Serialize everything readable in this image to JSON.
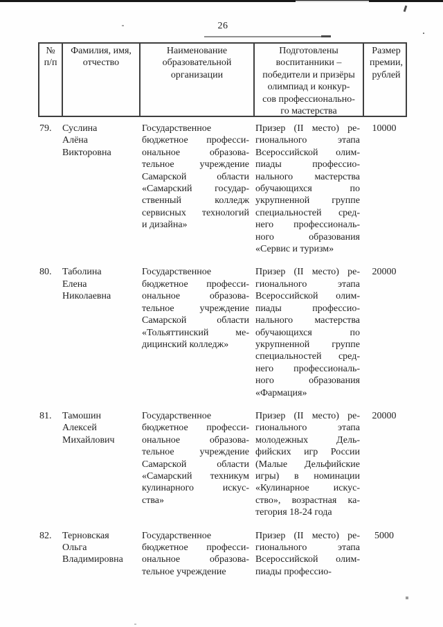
{
  "page": {
    "number": "26"
  },
  "table": {
    "headers": [
      {
        "id": "num",
        "lines": [
          "№",
          "п/п"
        ]
      },
      {
        "id": "name",
        "lines": [
          "Фамилия, имя,",
          "отчество"
        ]
      },
      {
        "id": "org",
        "lines": [
          "Наименование",
          "образовательной",
          "организации"
        ]
      },
      {
        "id": "award",
        "lines": [
          "Подготовлены",
          "воспитанники –",
          "победители и призёры",
          "олимпиад и конкур-",
          "сов профессионально-",
          "го мастерства"
        ]
      },
      {
        "id": "prize",
        "lines": [
          "Размер",
          "премии,",
          "рублей"
        ]
      }
    ],
    "rows": [
      {
        "num": "79.",
        "name_lines": [
          "Суслина",
          "Алёна",
          "Викторовна"
        ],
        "org_lines": [
          "Государственное",
          "бюджетное професси-",
          "ональное образова-",
          "тельное учреждение",
          "Самарской области",
          "«Самарский государ-",
          "ственный колледж",
          "сервисных технологий",
          "и дизайна»"
        ],
        "award_lines": [
          "Призер (II место) ре-",
          "гионального этапа",
          "Всероссийской олим-",
          "пиады профессио-",
          "нального мастерства",
          "обучающихся по",
          "укрупненной группе",
          "специальностей сред-",
          "него профессиональ-",
          "ного образования",
          "«Сервис и туризм»"
        ],
        "prize": "10000"
      },
      {
        "num": "80.",
        "name_lines": [
          "Таболина",
          "Елена",
          "Николаевна"
        ],
        "org_lines": [
          "Государственное",
          "бюджетное професси-",
          "ональное образова-",
          "тельное учреждение",
          "Самарской области",
          "«Тольяттинский ме-",
          "дицинский колледж»"
        ],
        "award_lines": [
          "Призер (II место) ре-",
          "гионального этапа",
          "Всероссийской олим-",
          "пиады профессио-",
          "нального мастерства",
          "обучающихся по",
          "укрупненной группе",
          "специальностей сред-",
          "него профессиональ-",
          "ного образования",
          "«Фармация»"
        ],
        "prize": "20000"
      },
      {
        "num": "81.",
        "name_lines": [
          "Тамошин",
          "Алексей",
          "Михайлович"
        ],
        "org_lines": [
          "Государственное",
          "бюджетное професси-",
          "ональное образова-",
          "тельное учреждение",
          "Самарской области",
          "«Самарский техникум",
          "кулинарного искус-",
          "ства»"
        ],
        "award_lines": [
          "Призер (II место) ре-",
          "гионального этапа",
          "молодежных Дель-",
          "фийских игр России",
          "(Малые Дельфийские",
          "игры) в номинации",
          "«Кулинарное искус-",
          "ство», возрастная ка-",
          "тегория 18-24 года"
        ],
        "prize": "20000"
      },
      {
        "num": "82.",
        "name_lines": [
          "Терновская",
          "Ольга",
          "Владимировна"
        ],
        "org_lines": [
          "Государственное",
          "бюджетное професси-",
          "ональное образова-",
          "тельное учреждение"
        ],
        "award_lines": [
          "Призер (II место) ре-",
          "гионального этапа",
          "Всероссийской олим-",
          "пиады профессио-"
        ],
        "prize": "5000"
      }
    ]
  }
}
